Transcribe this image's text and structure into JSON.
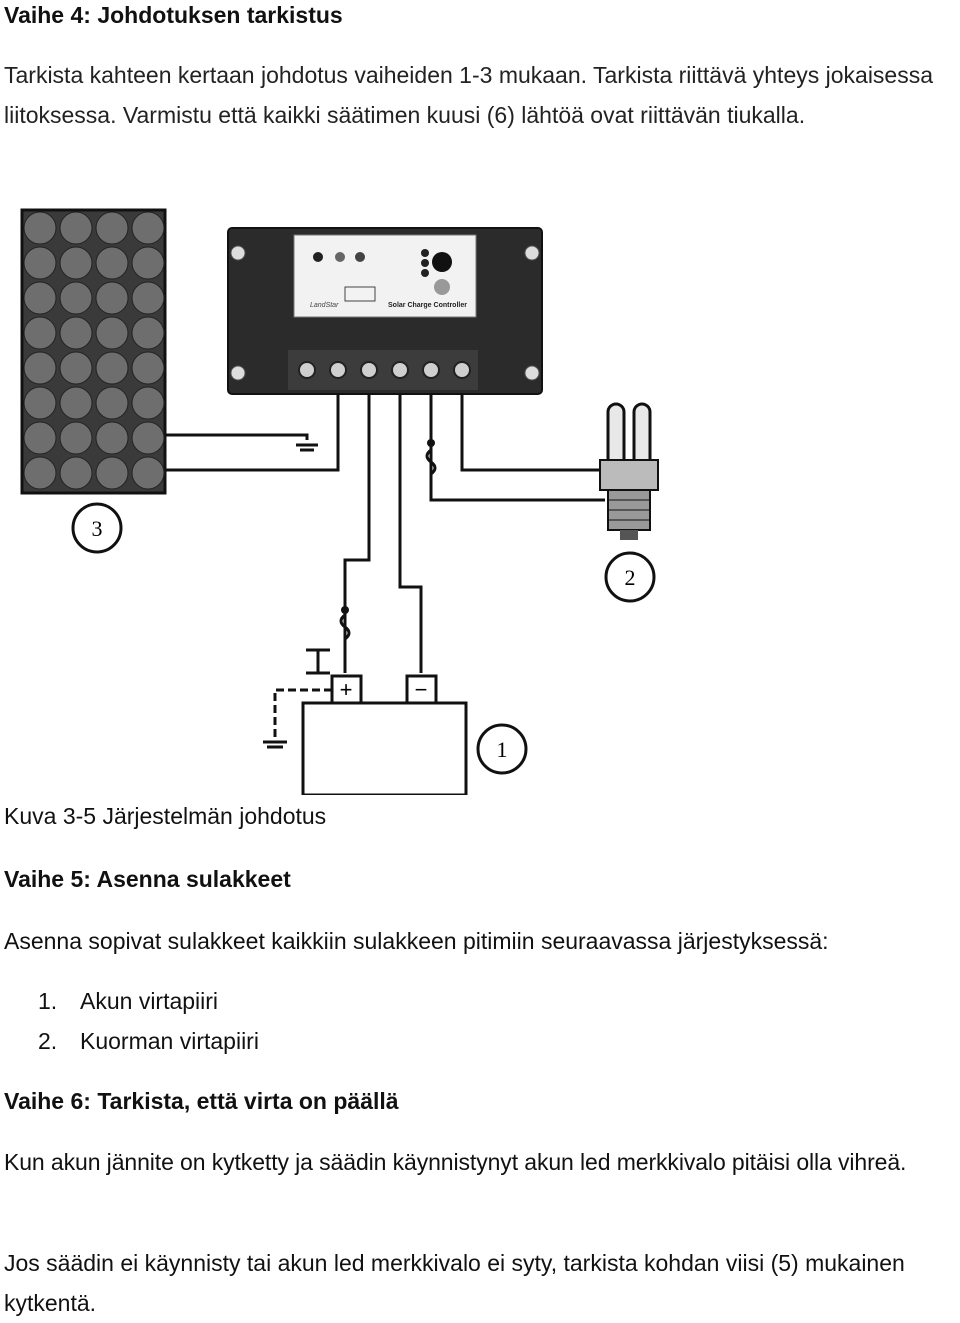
{
  "step4": {
    "heading": "Vaihe 4: Johdotuksen tarkistus",
    "text": "Tarkista kahteen kertaan johdotus vaiheiden 1-3 mukaan. Tarkista riittävä yhteys jokaisessa liitoksessa. Varmistu että kaikki säätimen kuusi (6) lähtöä ovat riittävän tiukalla."
  },
  "figure": {
    "controller_label": "Solar Charge Controller",
    "controller_brand": "LandStar",
    "markers": [
      "1",
      "2",
      "3"
    ],
    "battery_plus": "+",
    "battery_minus": "−",
    "caption": "Kuva 3-5 Järjestelmän johdotus"
  },
  "step5": {
    "heading": "Vaihe 5: Asenna sulakkeet",
    "text": "Asenna sopivat sulakkeet kaikkiin sulakkeen pitimiin seuraavassa järjestyksessä:",
    "items": [
      {
        "num": "1.",
        "label": "Akun virtapiiri"
      },
      {
        "num": "2.",
        "label": "Kuorman virtapiiri"
      }
    ]
  },
  "step6": {
    "heading": "Vaihe 6: Tarkista, että virta on päällä",
    "text1": "Kun akun jännite on kytketty ja säädin käynnistynyt akun led merkkivalo pitäisi olla vihreä.",
    "text2": "Jos säädin ei käynnisty tai akun led merkkivalo ei syty, tarkista kohdan viisi (5) mukainen kytkentä."
  }
}
